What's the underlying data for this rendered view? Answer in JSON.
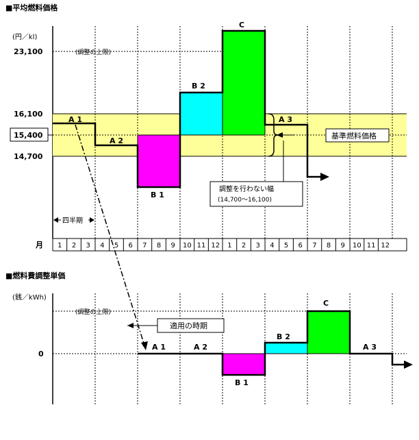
{
  "top_section": {
    "title": "■平均燃料価格",
    "unit": "(円／kl)",
    "y_labels": {
      "upper_limit": "23,100",
      "high": "16,100",
      "base": "15,400",
      "low": "14,700"
    },
    "upper_limit_note": "(調整の上限)",
    "base_price_label": "基準燃料価格",
    "no_adjust_box": {
      "line1": "調整を行わない幅",
      "line2": "(14,700～16,100)"
    },
    "quarter_label": "四半期",
    "month_axis_label": "月",
    "months": [
      "1",
      "2",
      "3",
      "4",
      "5",
      "6",
      "7",
      "8",
      "9",
      "10",
      "11",
      "12",
      "1",
      "2",
      "3",
      "4",
      "5",
      "6",
      "7",
      "8",
      "9",
      "10",
      "11",
      "12"
    ],
    "segments": {
      "a1": "A 1",
      "a2": "A 2",
      "b1": "B 1",
      "b2": "B 2",
      "c": "C",
      "a3": "A 3"
    },
    "colors": {
      "band": "#FFFF99",
      "magenta": "#FF00FF",
      "cyan": "#00FFFF",
      "green": "#00FF00"
    }
  },
  "bottom_section": {
    "title": "■燃料費調整単価",
    "unit": "(銭／kWh)",
    "upper_limit_note": "(調整の上限)",
    "zero_label": "0",
    "apply_period_label": "適用の時期",
    "segments": {
      "a1": "A 1",
      "a2": "A 2",
      "b1": "B 1",
      "b2": "B 2",
      "c": "C",
      "a3": "A 3"
    }
  }
}
